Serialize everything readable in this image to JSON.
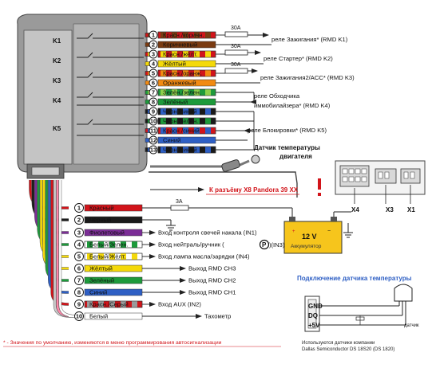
{
  "relays": {
    "k1": "K1",
    "k2": "K2",
    "k3": "K3",
    "k4": "K4",
    "k5": "K5"
  },
  "top_wires": [
    {
      "pin": "1",
      "label": "Красн./коричн.",
      "colors": [
        "#d2141a",
        "#7a3b12"
      ]
    },
    {
      "pin": "2",
      "label": "Коричневый",
      "colors": [
        "#7a3b12"
      ]
    },
    {
      "pin": "3",
      "label": "Красн./жёлт.",
      "colors": [
        "#d2141a",
        "#f4d90a"
      ]
    },
    {
      "pin": "4",
      "label": "Жёлтый",
      "colors": [
        "#f4d90a"
      ]
    },
    {
      "pin": "5",
      "label": "Красн./оранж.",
      "colors": [
        "#d2141a",
        "#f28a12"
      ]
    },
    {
      "pin": "6",
      "label": "Оранжевый",
      "colors": [
        "#f28a12"
      ]
    },
    {
      "pin": "7",
      "label": "Зелён./зелен.",
      "colors": [
        "#1d9a3b",
        "#8dcf4a"
      ]
    },
    {
      "pin": "8",
      "label": "Зелёный",
      "colors": [
        "#1d9a3b"
      ]
    },
    {
      "pin": "9",
      "label": "Черн./синий",
      "colors": [
        "#1a1a1a",
        "#2e5fc4"
      ]
    },
    {
      "pin": "10",
      "label": "Черн./зелён.",
      "colors": [
        "#1a1a1a",
        "#1d9a3b"
      ]
    },
    {
      "pin": "11",
      "label": "Красн./синий",
      "colors": [
        "#d2141a",
        "#2e5fc4"
      ]
    },
    {
      "pin": "12",
      "label": "Синий",
      "colors": [
        "#2e5fc4"
      ]
    },
    {
      "pin": "13",
      "label": "Черн./синий",
      "colors": [
        "#1a1a1a",
        "#2e5fc4"
      ]
    }
  ],
  "fuses": {
    "f1": "30A",
    "f2": "30A",
    "f3": "30A",
    "f4": "3A"
  },
  "relay_destinations": {
    "d1": "реле Зажигания* (RMD K1)",
    "d2": "реле Стартер* (RMD K2)",
    "d3": "реле Зажигания2/ACC* (RMD K3)",
    "d4a": "реле Обходчика",
    "d4b": "иммобилайзера* (RMD K4)",
    "d5": "реле Блокировки* (RMD K5)"
  },
  "temp_sensor": {
    "line1": "Датчик температуры",
    "line2": "двигателя"
  },
  "connector": {
    "label": "К разъёму X8 Pandora 39 XX",
    "x4": "X4",
    "x3": "X3",
    "x1": "X1"
  },
  "battery": {
    "voltage": "12 V",
    "text": "Аккумулятор"
  },
  "bottom_wires": [
    {
      "pin": "1",
      "label": "Красный",
      "dest": "",
      "colors": [
        "#d2141a"
      ]
    },
    {
      "pin": "2",
      "label": "Чёрный",
      "dest": "",
      "colors": [
        "#1a1a1a"
      ]
    },
    {
      "pin": "3",
      "label": "Фиолетовый",
      "dest": "Вход контроля свечей накала (IN1)",
      "colors": [
        "#7b2d96"
      ]
    },
    {
      "pin": "4",
      "label": "Белый/Зелен.",
      "dest": "Вход нейтраль/ручник (",
      "colors": [
        "#ffffff",
        "#1d9a3b"
      ]
    },
    {
      "pin": "5",
      "label": "Белый/Жёлт.",
      "dest": "Вход лампа масла/зарядки (IN4)",
      "colors": [
        "#ffffff",
        "#f4d90a"
      ]
    },
    {
      "pin": "6",
      "label": "Жёлтый",
      "dest": "Выход RMD CH3",
      "colors": [
        "#f4d90a"
      ]
    },
    {
      "pin": "7",
      "label": "Зелёный",
      "dest": "Выход RMD CH2",
      "colors": [
        "#1d9a3b"
      ]
    },
    {
      "pin": "8",
      "label": "Синий",
      "dest": "Выход RMD CH1",
      "colors": [
        "#2e5fc4"
      ]
    },
    {
      "pin": "9",
      "label": "Красн./Серый",
      "dest": "Вход AUX (IN2)",
      "colors": [
        "#d2141a",
        "#9a9a9a"
      ]
    },
    {
      "pin": "10",
      "label": "Белый",
      "dest": "Тахометр",
      "colors": [
        "#ffffff"
      ]
    }
  ],
  "handbrake": {
    "symbol": "P",
    "suffix": ")(IN3)"
  },
  "sensor_connection": {
    "title": "Подключение датчика температуры",
    "gnd": "GND",
    "dq": "DQ",
    "v5": "+5V",
    "sensor": "датчик",
    "note1": "Используются датчики компании",
    "note2": "Dallas Semiconductor DS 18S20 (DS 1820)"
  },
  "footnote": "* - Значения по умолчанию, изменяются в меню программирования автосигнализации"
}
